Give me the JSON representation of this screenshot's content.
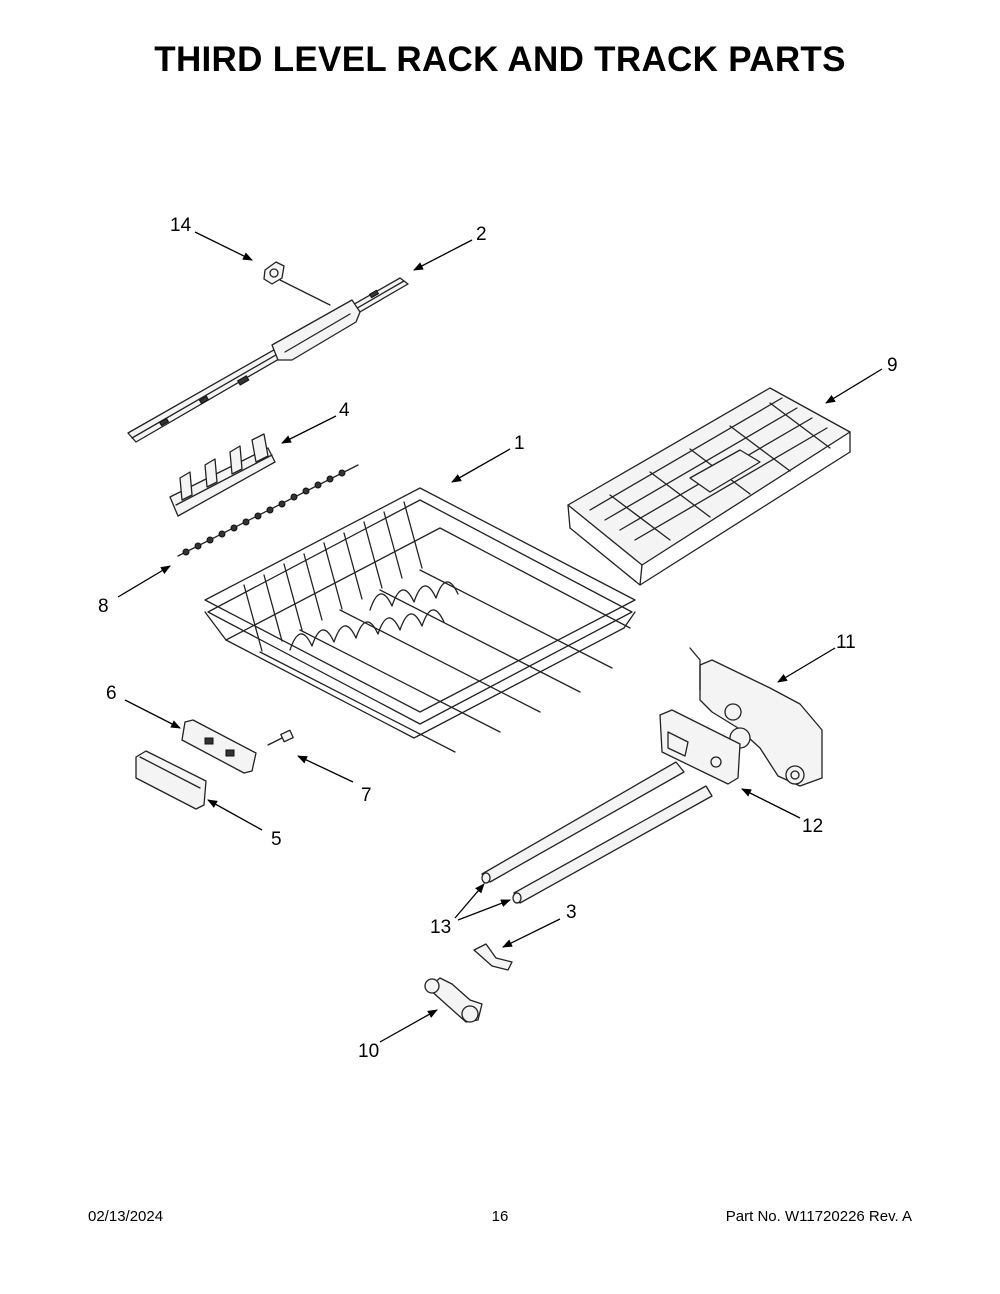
{
  "title": "THIRD LEVEL RACK AND TRACK PARTS",
  "callouts": [
    {
      "id": "c1",
      "label": "1"
    },
    {
      "id": "c2",
      "label": "2"
    },
    {
      "id": "c3",
      "label": "3"
    },
    {
      "id": "c4",
      "label": "4"
    },
    {
      "id": "c5",
      "label": "5"
    },
    {
      "id": "c6",
      "label": "6"
    },
    {
      "id": "c7",
      "label": "7"
    },
    {
      "id": "c8",
      "label": "8"
    },
    {
      "id": "c9",
      "label": "9"
    },
    {
      "id": "c10",
      "label": "10"
    },
    {
      "id": "c11",
      "label": "11"
    },
    {
      "id": "c12",
      "label": "12"
    },
    {
      "id": "c13",
      "label": "13"
    },
    {
      "id": "c14",
      "label": "14"
    }
  ],
  "footer": {
    "date": "02/13/2024",
    "page": "16",
    "part_no": "Part No.  W11720226  Rev.  A"
  }
}
